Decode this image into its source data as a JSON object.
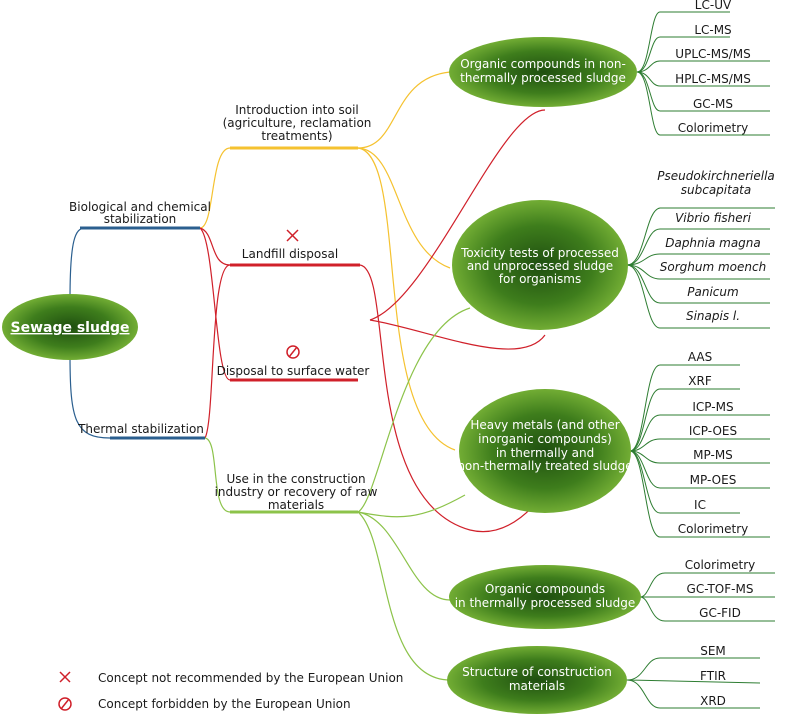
{
  "root": {
    "label": "Sewage sludge"
  },
  "branches": {
    "biological": "Biological and chemical stabilization",
    "thermal": "Thermal stabilization"
  },
  "destinations": {
    "soil": [
      "Introduction into soil",
      "(agriculture, reclamation",
      "treatments)"
    ],
    "landfill": "Landfill disposal",
    "surface": "Disposal to surface water",
    "construction": [
      "Use in the construction",
      "industry or recovery of raw",
      "materials"
    ]
  },
  "analyses": {
    "organic_non": {
      "label": [
        "Organic compounds in non-",
        "thermally processed sludge"
      ],
      "leaves": [
        "LC-UV",
        "LC-MS",
        "UPLC-MS/MS",
        "HPLC-MS/MS",
        "GC-MS",
        "Colorimetry"
      ]
    },
    "toxicity": {
      "label": [
        "Toxicity tests of processed",
        "and unprocessed sludge",
        "for organisms"
      ],
      "leaves": [
        [
          "Pseudokirchneriella",
          "subcapitata"
        ],
        "Vibrio fisheri",
        "Daphnia magna",
        "Sorghum moench",
        "Panicum",
        "Sinapis l."
      ]
    },
    "heavy": {
      "label": [
        "Heavy metals (and other",
        "inorganic compounds)",
        "in thermally and",
        "non-thermally treated sludge"
      ],
      "leaves": [
        "AAS",
        "XRF",
        "ICP-MS",
        "ICP-OES",
        "MP-MS",
        "MP-OES",
        "IC",
        "Colorimetry"
      ]
    },
    "organic_thermal": {
      "label": [
        "Organic compounds",
        "in thermally processed sludge"
      ],
      "leaves": [
        "Colorimetry",
        "GC-TOF-MS",
        "GC-FID"
      ]
    },
    "structure": {
      "label": [
        "Structure of construction",
        "materials"
      ],
      "leaves": [
        "SEM",
        "FTIR",
        "XRD"
      ]
    }
  },
  "legend": {
    "not_recommended": "Concept not recommended by the European Union",
    "forbidden": "Concept forbidden by the European Union"
  },
  "colors": {
    "node_dark": "#1f5f0e",
    "node_light": "#8ec045",
    "blue": "#2b5f8f",
    "yellow": "#f5c230",
    "red": "#d0202a",
    "green": "#8cc34a",
    "leaf_line": "#2e7d32"
  }
}
